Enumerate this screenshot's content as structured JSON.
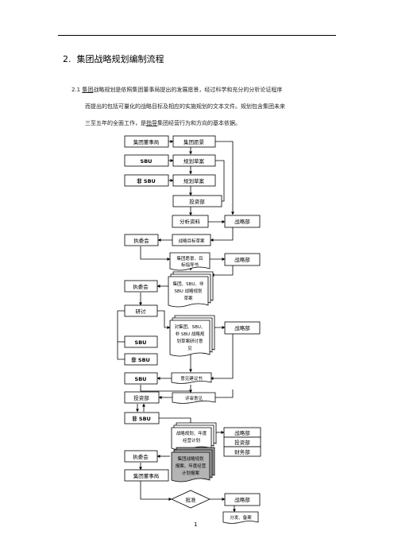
{
  "heading": {
    "number": "2.",
    "title": "集团战略规划编制流程"
  },
  "paragraph": {
    "number": "2.1",
    "line1_underlined": "集团",
    "line1_rest": "战略规划是依照集团董事局提出的发展愿景，经过科学和充分的分析论证程序",
    "line2": "而提出的包括可量化的战略目标及相应的实施规划的文本文件。规划包含集团未来",
    "line3_pre": "三至五年的全面工作，是",
    "line3_underlined": "指导",
    "line3_post": "集团经营行为和方向的基本依据。"
  },
  "flowchart": {
    "group_board": "集团董事局",
    "group_vision": "集团愿景",
    "sbu": "SBU",
    "non_sbu": "非 SBU",
    "plan_draft_1": "规划草案",
    "plan_draft_2": "规划草案",
    "investment_dept": "投资部",
    "analysis_data": "分析资料",
    "strategy_dept": "战略部",
    "exec_committee": "执委会",
    "strategic_target_draft": "战略目标草案",
    "vision_targets_doc": [
      "集团愿景、目",
      "标指导书"
    ],
    "strategic_plan_doc": [
      "集团、SBU、非",
      "SBU 战略规划",
      "草案"
    ],
    "discussion": "研讨",
    "revised_plan_doc": [
      "对集团、SBU、",
      "非 SBU 战略规",
      "划草案研讨意",
      "见"
    ],
    "proposal_doc": "意见建议书",
    "review_opinion": "评审意见",
    "final_plan_doc": [
      "战略规划、年度",
      "经营计划"
    ],
    "approved_plan_doc": [
      "集团战略规划",
      "报案、年度经营",
      "计划报案"
    ],
    "finance_dept": "财务部",
    "approval": "批准",
    "distribute_file": "分发、备案"
  },
  "page_number": "1"
}
